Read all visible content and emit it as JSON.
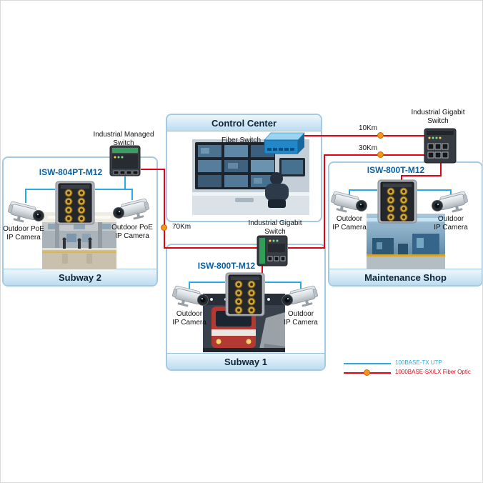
{
  "zones": {
    "control_center": {
      "title": "Control Center",
      "fiber_switch_label": "Fiber Switch"
    },
    "subway2": {
      "title": "Subway 2",
      "model": "ISW-804PT-M12",
      "uplink_switch_label": "Industrial Managed\nSwitch",
      "camera_left_label": "Outdoor PoE\nIP Camera",
      "camera_right_label": "Outdoor PoE\nIP Camera"
    },
    "subway1": {
      "title": "Subway 1",
      "model": "ISW-800T-M12",
      "uplink_switch_label": "Industrial Gigabit\nSwitch",
      "camera_left_label": "Outdoor\nIP Camera",
      "camera_right_label": "Outdoor\nIP Camera"
    },
    "maintenance_shop": {
      "title": "Maintenance Shop",
      "model": "ISW-800T-M12",
      "camera_left_label": "Outdoor\nIP Camera",
      "camera_right_label": "Outdoor\nIP Camera"
    }
  },
  "remote_switch_label": "Industrial Gigabit\nSwitch",
  "distances": {
    "d10": "10Km",
    "d30": "30Km",
    "d70": "70Km"
  },
  "legend": {
    "utp_label": "100BASE-TX UTP",
    "fiber_label": "1000BASE-SX/LX Fiber Optic",
    "utp_color": "#29abe2",
    "fiber_color": "#e60012",
    "marker_color": "#f7941d"
  }
}
